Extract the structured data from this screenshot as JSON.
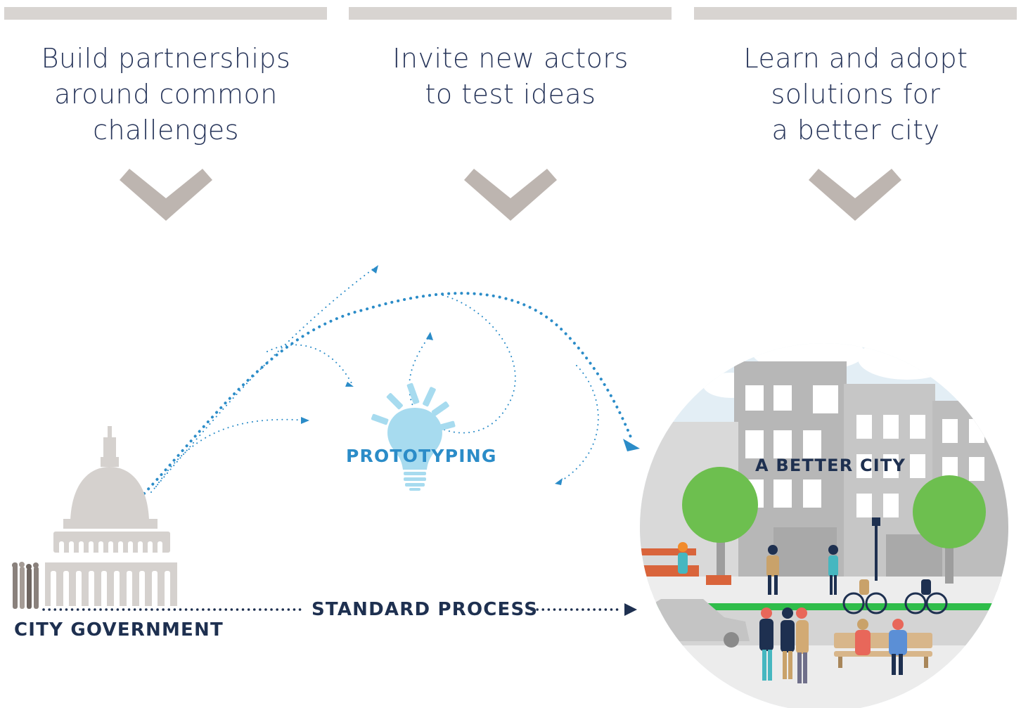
{
  "steps": [
    {
      "title": "Build partnerships\naround common\nchallenges"
    },
    {
      "title": "Invite new actors\nto test ideas"
    },
    {
      "title": "Learn and adopt\nsolutions for\na better city"
    }
  ],
  "labels": {
    "city_government": "CITY GOVERNMENT",
    "standard_process": "STANDARD PROCESS",
    "prototyping": "PROTOTYPING",
    "better_city": "A BETTER CITY"
  },
  "icons": {
    "step_arrow": "chevron-down-icon",
    "city_hall": "capitol-building-icon",
    "idea": "lightbulb-icon",
    "city": "city-street-scene"
  },
  "colors": {
    "bar": "#d8d4d1",
    "chevron": "#bdb5b0",
    "title_text": "#27355a",
    "navy": "#1e3050",
    "blue": "#2b8cc8",
    "bulb": "#a7dbef",
    "capitol": "#d5d1ce"
  }
}
